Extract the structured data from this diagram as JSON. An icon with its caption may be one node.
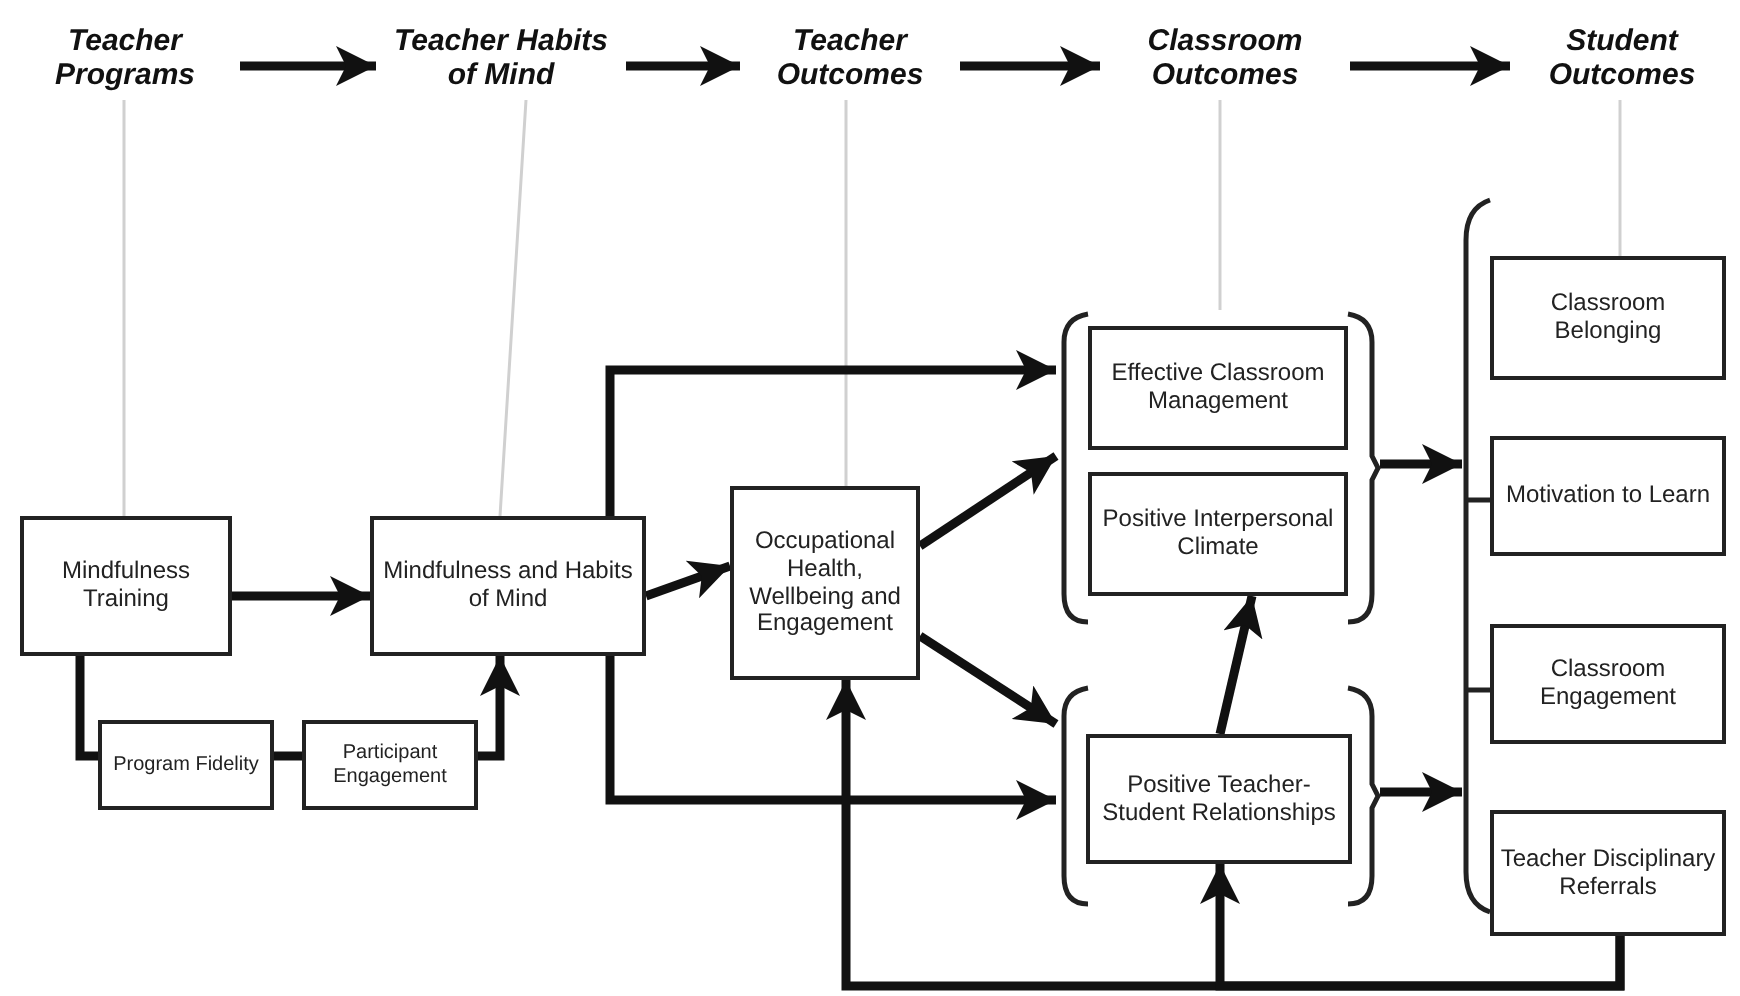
{
  "diagram": {
    "nodes": [
      {
        "text": [
          "Teacher Programs"
        ]
      },
      {
        "text": [
          "Teacher Habits of Mind"
        ]
      },
      {
        "text": [
          "Teacher Outcomes"
        ]
      },
      {
        "text": [
          "Classroom Outcomes"
        ]
      },
      {
        "text": [
          "Student Outcomes"
        ]
      },
      {
        "text": [
          "Mindfulness Training"
        ]
      },
      {
        "text": [
          "Mindfulness and Habits of Mind"
        ]
      },
      {
        "text": [
          "Program Fidelity"
        ]
      },
      {
        "text": [
          "Participant Engagement"
        ]
      },
      {
        "text": [
          "Occupational Health, Wellbeing and Engagement"
        ]
      },
      {
        "text": [],
        "shape": "bracket"
      },
      {
        "text": [
          "Effective Classroom Management"
        ],
        "in": 10
      },
      {
        "text": [
          "Positive Interpersonal Climate"
        ],
        "in": 10
      },
      {
        "text": [],
        "shape": "bracket"
      },
      {
        "text": [
          "Positive Teacher-Student Relationships"
        ],
        "in": 13
      },
      {
        "text": [],
        "shape": "bracket"
      },
      {
        "text": [
          "Classroom Belonging"
        ]
      },
      {
        "text": [
          "Motivation to Learn"
        ]
      },
      {
        "text": [
          "Classroom Engagement"
        ]
      },
      {
        "text": [
          "Teacher Disciplinary Referrals"
        ]
      }
    ],
    "edges": [
      {
        "from": 0,
        "to": 1,
        "arrow": "to"
      },
      {
        "from": 1,
        "to": 2,
        "arrow": "to"
      },
      {
        "from": 2,
        "to": 3,
        "arrow": "to"
      },
      {
        "from": 3,
        "to": 4,
        "arrow": "to"
      },
      {
        "from": 5,
        "to": 6,
        "arrow": "to"
      },
      {
        "from": 5,
        "to": 7,
        "arrow": "none"
      },
      {
        "from": 7,
        "to": 8,
        "arrow": "none"
      },
      {
        "from": 8,
        "to": 6,
        "arrow": "to"
      },
      {
        "from": 6,
        "to": 9,
        "arrow": "to"
      },
      {
        "from": 6,
        "to": 10,
        "arrow": "to"
      },
      {
        "from": 6,
        "to": 13,
        "arrow": "to"
      },
      {
        "from": 9,
        "to": 10,
        "arrow": "to"
      },
      {
        "from": 9,
        "to": 13,
        "arrow": "to"
      },
      {
        "from": 14,
        "to": 12,
        "arrow": "to"
      },
      {
        "from": 10,
        "to": 15,
        "arrow": "to"
      },
      {
        "from": 13,
        "to": 15,
        "arrow": "to"
      },
      {
        "from": 19,
        "to": 9,
        "arrow": "to"
      },
      {
        "from": 19,
        "to": 14,
        "arrow": "to"
      },
      {
        "from": 0,
        "to": 5,
        "arrow": "none",
        "color": "#d0d0d0"
      },
      {
        "from": 1,
        "to": 6,
        "arrow": "none",
        "color": "#d0d0d0"
      },
      {
        "from": 2,
        "to": 9,
        "arrow": "none",
        "color": "#d0d0d0"
      },
      {
        "from": 3,
        "to": 10,
        "arrow": "none",
        "color": "#d0d0d0"
      },
      {
        "from": 4,
        "to": 16,
        "arrow": "none",
        "color": "#d0d0d0"
      }
    ]
  }
}
